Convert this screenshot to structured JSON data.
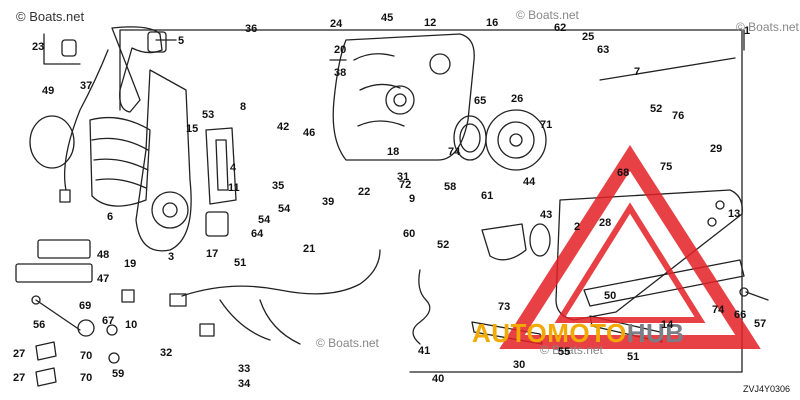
{
  "watermark": {
    "text": "© Boats.net",
    "repeat_text": "© Boats.net"
  },
  "diagram_code": "ZVJ4Y0306",
  "overlay_brand": {
    "part1": "AUTOMOTO",
    "part2": "HUB"
  },
  "callouts": [
    "1",
    "2",
    "3",
    "4",
    "5",
    "6",
    "7",
    "8",
    "9",
    "10",
    "11",
    "12",
    "13",
    "14",
    "15",
    "16",
    "17",
    "18",
    "19",
    "20",
    "21",
    "22",
    "23",
    "24",
    "25",
    "26",
    "27",
    "28",
    "29",
    "30",
    "31",
    "32",
    "33",
    "34",
    "35",
    "36",
    "37",
    "38",
    "39",
    "40",
    "41",
    "42",
    "43",
    "44",
    "45",
    "46",
    "47",
    "48",
    "49",
    "50",
    "51",
    "52",
    "53",
    "54",
    "55",
    "56",
    "57",
    "58",
    "59",
    "60",
    "61",
    "62",
    "63",
    "64",
    "65",
    "66",
    "67",
    "68",
    "69",
    "70",
    "71",
    "72",
    "73",
    "74",
    "75",
    "76"
  ],
  "colors": {
    "line": "#222222",
    "overlay_red": "#e32026",
    "brand_yellow": "#f2a900",
    "brand_gray": "#7a7f87"
  }
}
